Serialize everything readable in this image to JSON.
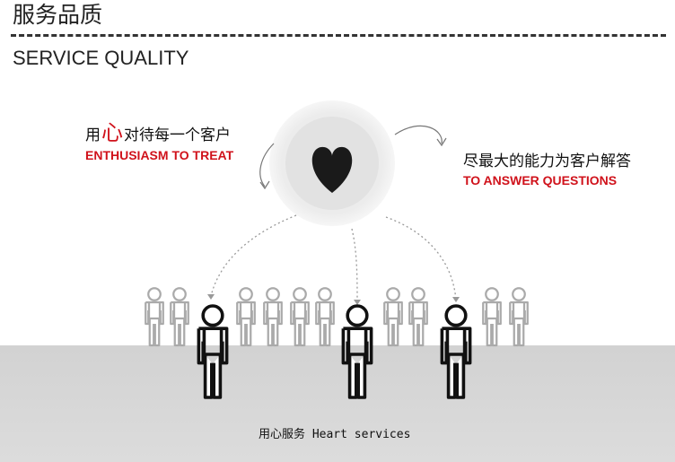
{
  "header": {
    "title_cn": "服务品质",
    "title_en": "SERVICE QUALITY"
  },
  "left_callout": {
    "prefix": "用",
    "highlight": "心",
    "rest": "对待每一个客户",
    "english": "ENTHUSIASM TO TREAT"
  },
  "right_callout": {
    "chinese": "尽最大的能力为客户解答",
    "english": "TO ANSWER QUESTIONS"
  },
  "caption": "用心服务 Heart services",
  "colors": {
    "accent": "#d0121b",
    "heart": "#1a1a1a",
    "floor": "#d6d6d6"
  }
}
